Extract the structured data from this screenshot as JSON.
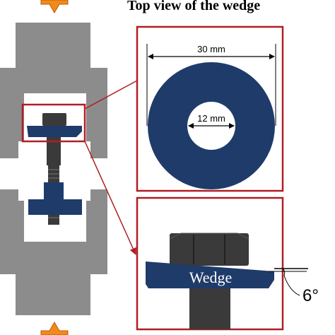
{
  "title": "Top view of the wedge",
  "top_view": {
    "outer_diameter_label": "30 mm",
    "inner_diameter_label": "12 mm"
  },
  "side_view": {
    "wedge_label": "Wedge",
    "angle_label": "6°"
  },
  "colors": {
    "fixture_gray": "#8c8c8c",
    "wedge_blue": "#1f3b6a",
    "bolt_dark": "#3a3a3a",
    "frame_red": "#b01e23",
    "arrow_orange": "#f08a1c"
  }
}
